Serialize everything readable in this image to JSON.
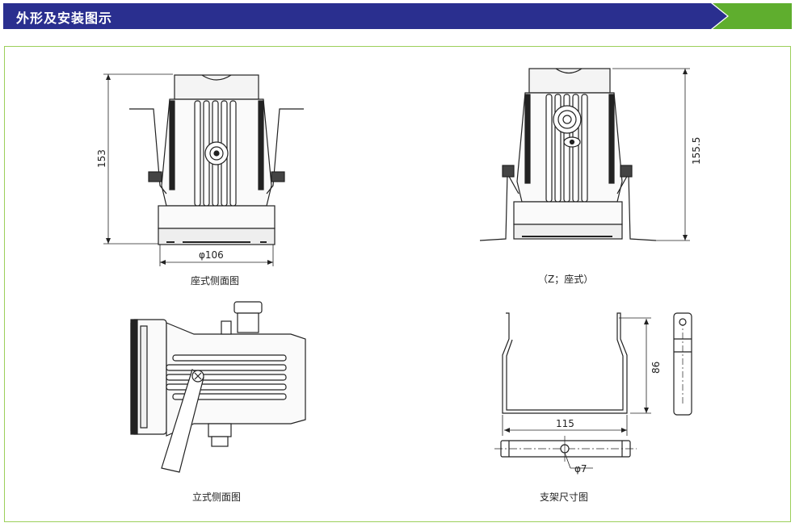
{
  "header": {
    "title": "外形及安装图示",
    "bar_color": "#2a2f8f",
    "arrow_color": "#5fae2e"
  },
  "panel": {
    "border_color": "#9ccf5a"
  },
  "views": {
    "seat_side": {
      "caption": "座式侧面图",
      "dim_height": "153",
      "dim_width": "φ106"
    },
    "seat_front": {
      "caption": "（Z；座式）",
      "dim_height": "155.5"
    },
    "stand_side": {
      "caption": "立式侧面图"
    },
    "bracket": {
      "caption": "支架尺寸图",
      "dim_height": "86",
      "dim_width": "115",
      "dim_hole": "φ7"
    }
  }
}
